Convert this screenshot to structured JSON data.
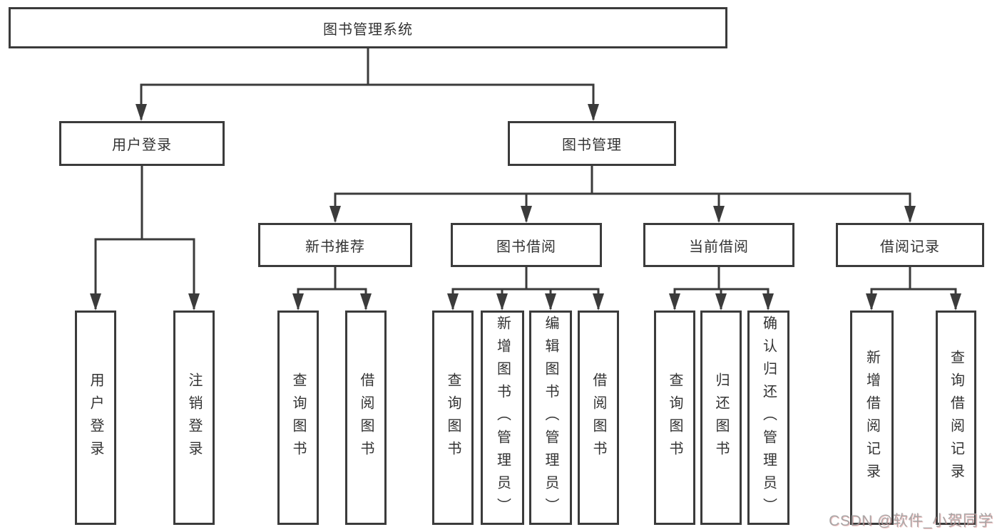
{
  "diagram": {
    "type": "hierarchy-tree",
    "nodes": {
      "root": {
        "label": "图书管理系统"
      },
      "user_login": {
        "label": "用户登录"
      },
      "book_mgmt": {
        "label": "图书管理"
      },
      "new_book_rec": {
        "label": "新书推荐"
      },
      "book_borrow": {
        "label": "图书借阅"
      },
      "current_borrow": {
        "label": "当前借阅"
      },
      "borrow_record": {
        "label": "借阅记录"
      },
      "leaf_user_login": {
        "label": "用户登录"
      },
      "leaf_logout": {
        "label": "注销登录"
      },
      "leaf_query_book_1": {
        "label": "查询图书"
      },
      "leaf_borrow_book_1": {
        "label": "借阅图书"
      },
      "leaf_query_book_2": {
        "label": "查询图书"
      },
      "leaf_add_book": {
        "label": "新增图书（管理员）"
      },
      "leaf_edit_book": {
        "label": "编辑图书（管理员）"
      },
      "leaf_borrow_book_2": {
        "label": "借阅图书"
      },
      "leaf_query_book_3": {
        "label": "查询图书"
      },
      "leaf_return_book": {
        "label": "归还图书"
      },
      "leaf_confirm_return": {
        "label": "确认归还（管理员）"
      },
      "leaf_add_record": {
        "label": "新增借阅记录"
      },
      "leaf_query_record": {
        "label": "查询借阅记录"
      }
    },
    "structure": {
      "root": [
        "user_login",
        "book_mgmt"
      ],
      "user_login": [
        "leaf_user_login",
        "leaf_logout"
      ],
      "book_mgmt": [
        "new_book_rec",
        "book_borrow",
        "current_borrow",
        "borrow_record"
      ],
      "new_book_rec": [
        "leaf_query_book_1",
        "leaf_borrow_book_1"
      ],
      "book_borrow": [
        "leaf_query_book_2",
        "leaf_add_book",
        "leaf_edit_book",
        "leaf_borrow_book_2"
      ],
      "current_borrow": [
        "leaf_query_book_3",
        "leaf_return_book",
        "leaf_confirm_return"
      ],
      "borrow_record": [
        "leaf_add_record",
        "leaf_query_record"
      ]
    },
    "colors": {
      "line": "#3b3b3b",
      "text": "#333333",
      "background": "#ffffff",
      "watermark_gray": "#9e9e9e",
      "watermark_red_tint": "#d65c5c"
    },
    "watermark": "CSDN @软件_小贺同学"
  }
}
